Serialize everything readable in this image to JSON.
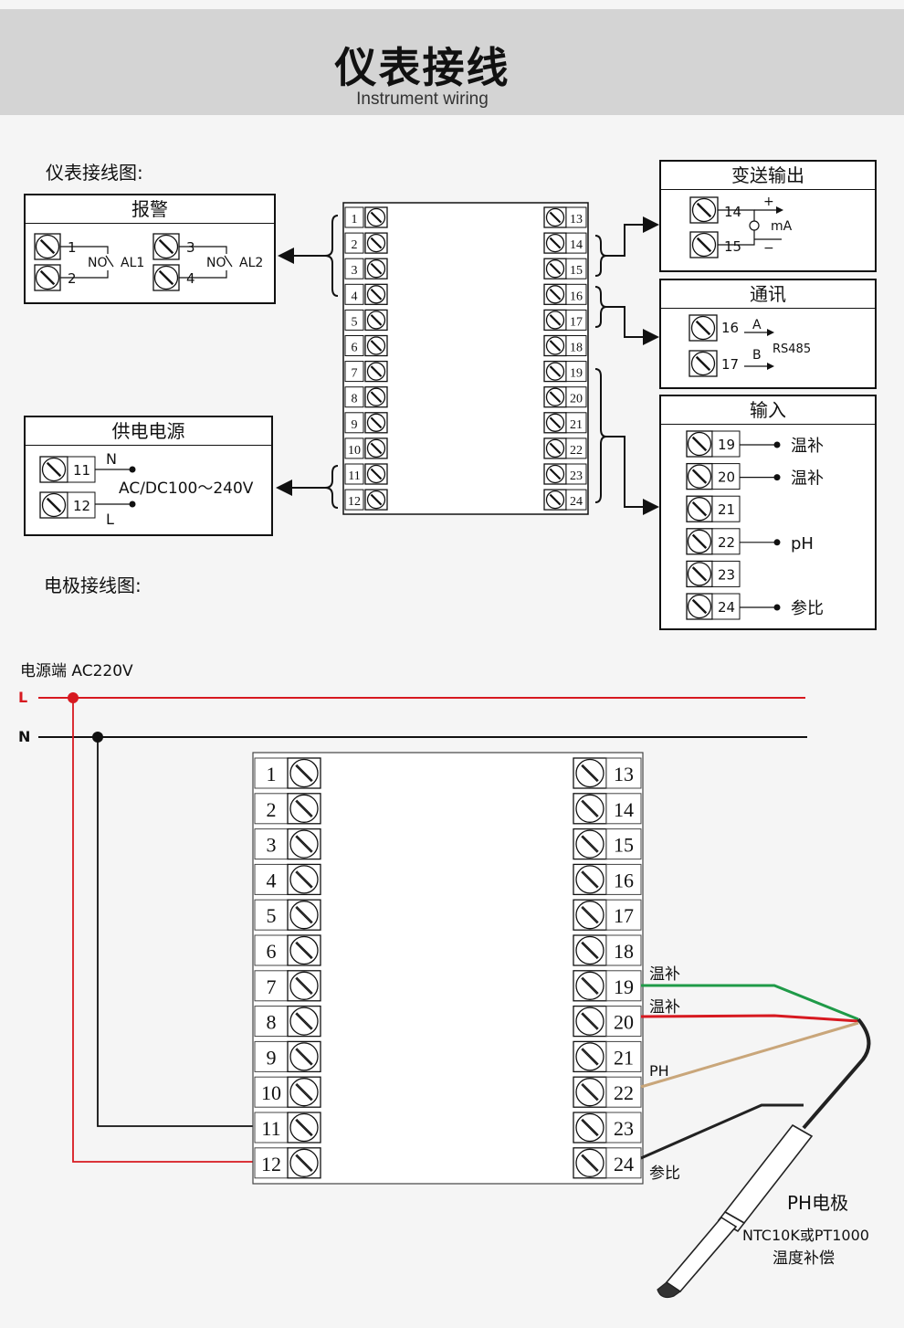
{
  "header": {
    "title": "仪表接线",
    "subtitle": "Instrument wiring"
  },
  "section1_label": "仪表接线图:",
  "section2_label": "电极接线图:",
  "alarm": {
    "title": "报警",
    "no_label": "NO",
    "al1": "AL1",
    "al2": "AL2",
    "terminals": [
      "1",
      "2",
      "3",
      "4"
    ]
  },
  "transmit": {
    "title": "变送输出",
    "plus": "+",
    "minus": "−",
    "unit": "mA",
    "terminals": [
      "14",
      "15"
    ]
  },
  "comm": {
    "title": "通讯",
    "a": "A",
    "b": "B",
    "protocol": "RS485",
    "terminals": [
      "16",
      "17"
    ]
  },
  "input": {
    "title": "输入",
    "rows": [
      {
        "num": "19",
        "label": "温补"
      },
      {
        "num": "20",
        "label": "温补"
      },
      {
        "num": "21",
        "label": ""
      },
      {
        "num": "22",
        "label": "pH"
      },
      {
        "num": "23",
        "label": ""
      },
      {
        "num": "24",
        "label": "参比"
      }
    ]
  },
  "power": {
    "title": "供电电源",
    "n": "N",
    "l": "L",
    "range": "AC/DC100～240V",
    "terminals": [
      "11",
      "12"
    ]
  },
  "strip_left": [
    "1",
    "2",
    "3",
    "4",
    "5",
    "6",
    "7",
    "8",
    "9",
    "10",
    "11",
    "12"
  ],
  "strip_right": [
    "13",
    "14",
    "15",
    "16",
    "17",
    "18",
    "19",
    "20",
    "21",
    "22",
    "23",
    "24"
  ],
  "electrode": {
    "supply_label": "电源端  AC220V",
    "L": "L",
    "N": "N",
    "wire_19": "温补",
    "wire_20": "温补",
    "wire_22": "PH",
    "wire_24": "参比",
    "probe_name": "PH电极",
    "probe_sensor": "NTC10K或PT1000",
    "probe_comp": "温度补偿",
    "colors": {
      "L": "#d71920",
      "N": "#111111",
      "w19": "#1f9a48",
      "w20": "#d71920",
      "w22": "#c9a67a",
      "w24": "#222222"
    }
  }
}
